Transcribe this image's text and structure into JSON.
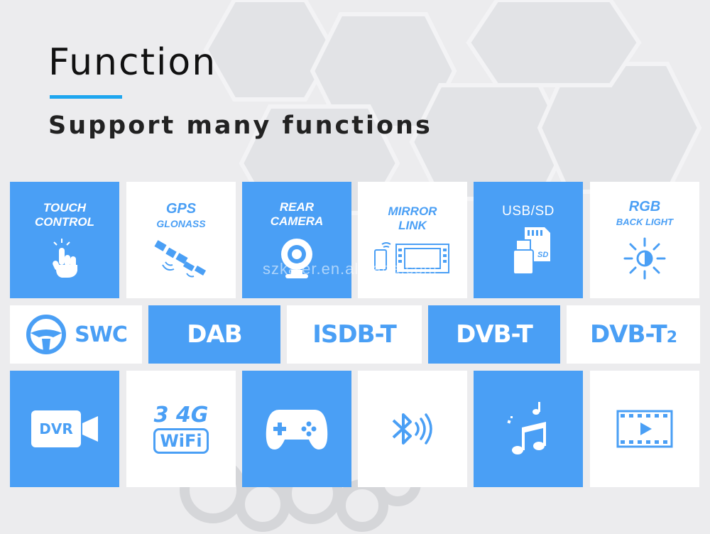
{
  "header": {
    "title": "Function",
    "subtitle": "Support many functions"
  },
  "colors": {
    "accent": "#4a9ff5",
    "underline": "#1ea6ef",
    "background": "#ececee"
  },
  "row1": [
    {
      "line1": "TOUCH",
      "line2": "CONTROL",
      "icon": "touch-hand-icon"
    },
    {
      "line1": "GPS",
      "line2": "GLONASS",
      "icon": "satellite-icon"
    },
    {
      "line1": "REAR",
      "line2": "CAMERA",
      "icon": "webcam-icon"
    },
    {
      "line1": "MIRROR",
      "line2": "LINK",
      "icon": "phone-to-screen-icon"
    },
    {
      "line1": "USB/SD",
      "icon": "usb-sd-card-icon"
    },
    {
      "line1": "RGB",
      "line2": "BACK LIGHT",
      "icon": "brightness-icon"
    }
  ],
  "row2": [
    {
      "label": "SWC",
      "icon": "steering-wheel-icon"
    },
    {
      "label": "DAB"
    },
    {
      "label": "ISDB-T"
    },
    {
      "label": "DVB-T"
    },
    {
      "label": "DVB-T",
      "sub": "2"
    }
  ],
  "row3": [
    {
      "label": "DVR",
      "icon": "dvr-camera-icon"
    },
    {
      "top": "3 4G",
      "bottom": "WiFi",
      "icon": "wifi-icon"
    },
    {
      "icon": "gamepad-icon"
    },
    {
      "icon": "bluetooth-icon"
    },
    {
      "icon": "music-notes-icon"
    },
    {
      "icon": "video-play-icon"
    }
  ],
  "watermark": "szkaier.en.alibaba.com"
}
